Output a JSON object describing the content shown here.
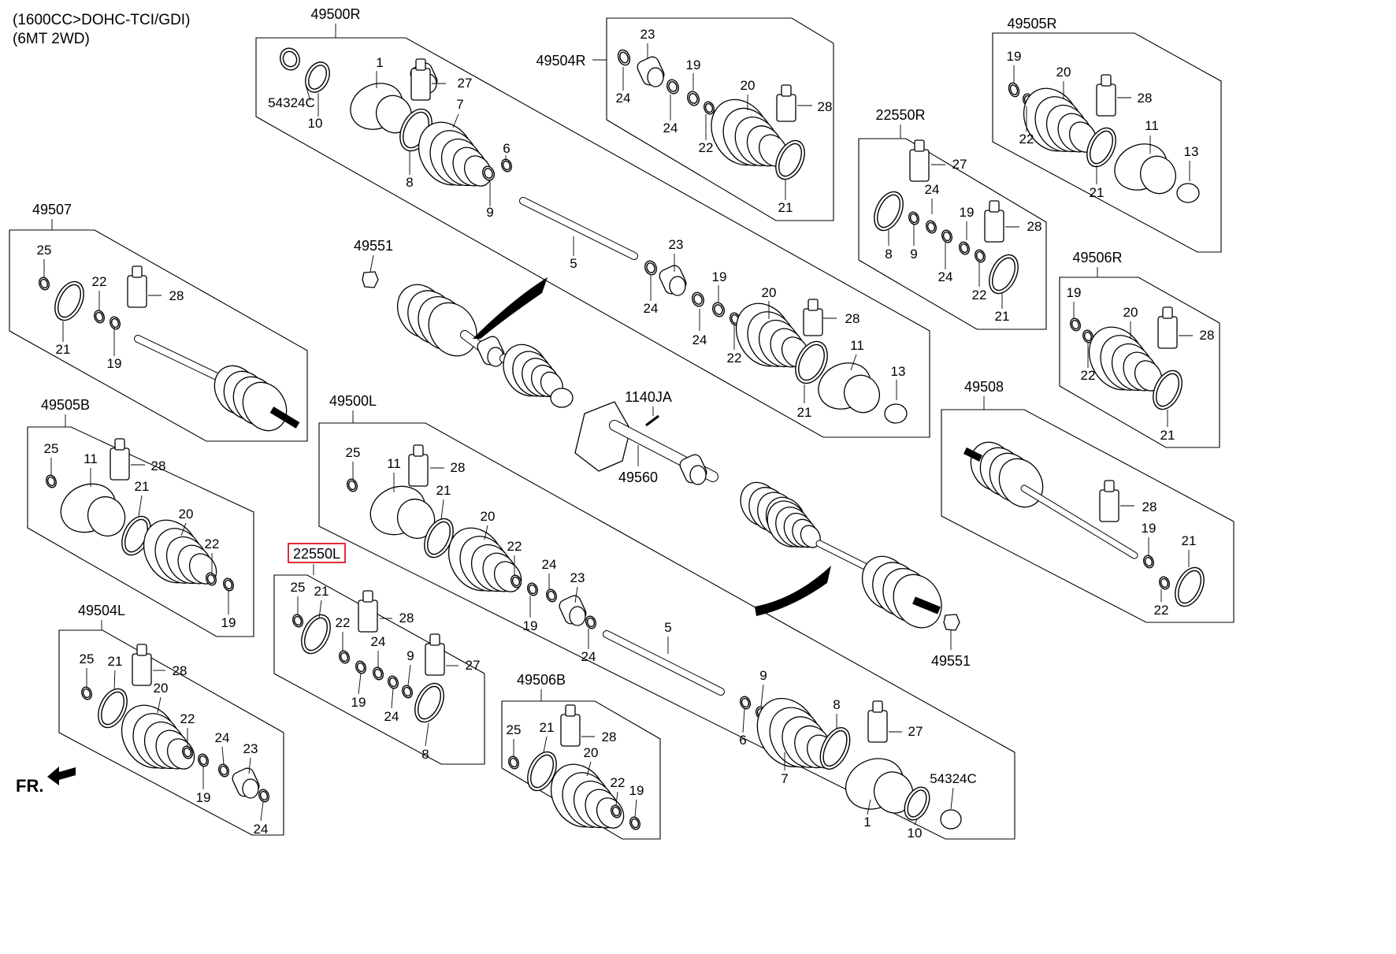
{
  "header": {
    "line1": "(1600CC>DOHC-TCI/GDI)",
    "line2": "(6MT 2WD)"
  },
  "direction_label": "FR.",
  "highlighted_group": "22550L",
  "groups": {
    "g49500R": "49500R",
    "g49504R": "49504R",
    "g49505R": "49505R",
    "g22550R": "22550R",
    "g49507": "49507",
    "g49551_top": "49551",
    "g49506R": "49506R",
    "g1140JA": "1140JA",
    "g49560": "49560",
    "g49508": "49508",
    "g49505B": "49505B",
    "g49500L": "49500L",
    "g22550L": "22550L",
    "g49504L": "49504L",
    "g49506B": "49506B",
    "g49551_bot": "49551"
  },
  "part_numbers": {
    "p1": "1",
    "p5": "5",
    "p6": "6",
    "p7": "7",
    "p8": "8",
    "p9": "9",
    "p10": "10",
    "p11": "11",
    "p13": "13",
    "p19": "19",
    "p20": "20",
    "p21": "21",
    "p22": "22",
    "p23": "23",
    "p24": "24",
    "p25": "25",
    "p27": "27",
    "p28": "28",
    "p54324C": "54324C"
  }
}
